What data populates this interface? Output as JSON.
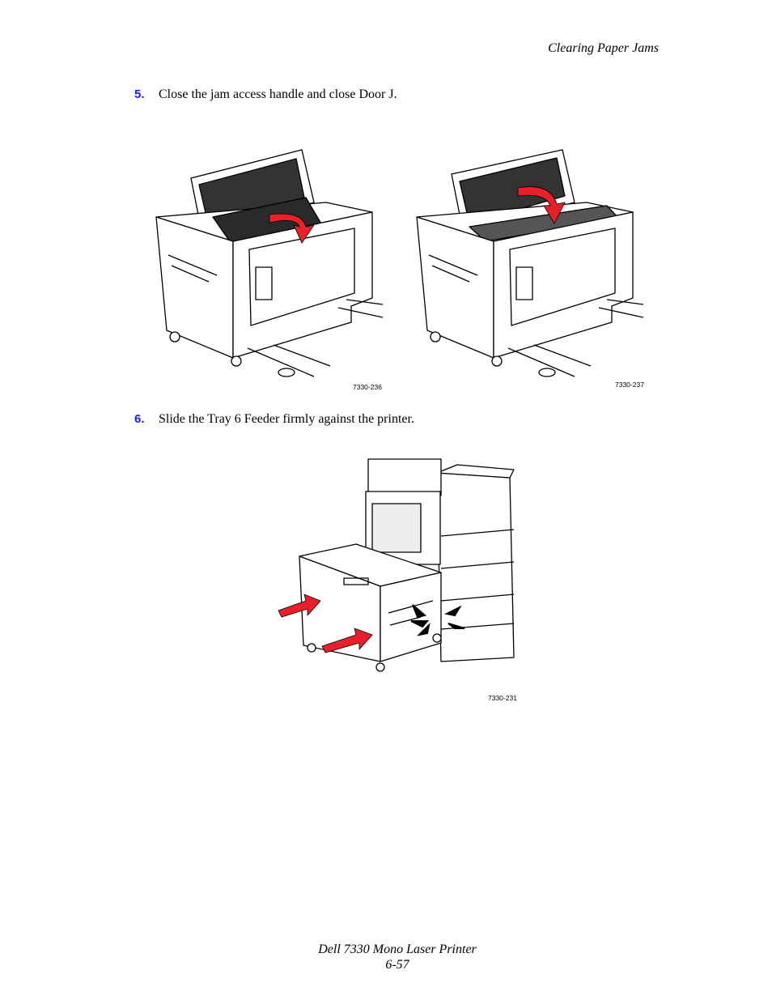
{
  "header": {
    "section_title": "Clearing Paper Jams"
  },
  "steps": [
    {
      "number": "5.",
      "text": "Close the jam access handle and close Door J."
    },
    {
      "number": "6.",
      "text": "Slide the Tray 6 Feeder firmly against the printer."
    }
  ],
  "figures": {
    "fig1_code": "7330-236",
    "fig2_code": "7330-237",
    "fig3_code": "7330-231"
  },
  "colors": {
    "step_number": "#1a1aff",
    "arrow": "#e8202a"
  },
  "footer": {
    "product": "Dell 7330 Mono Laser Printer",
    "page": "6-57"
  }
}
